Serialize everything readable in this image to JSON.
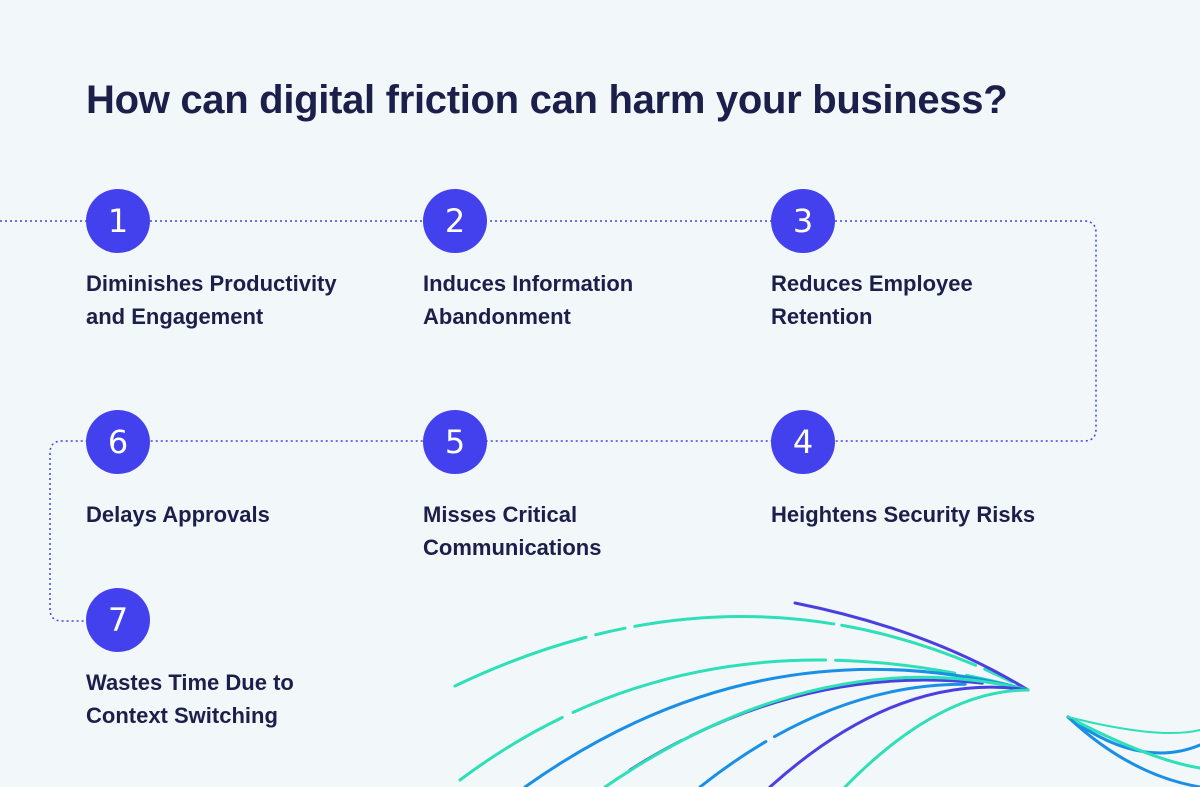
{
  "title": "How can digital friction can harm your business?",
  "colors": {
    "background": "#f2f7f9",
    "circle": "#4341ee",
    "text": "#1d1f4b",
    "connector": "#4341ee",
    "swoosh_teal": "#2ee0b8",
    "swoosh_blue": "#1a8fe8",
    "swoosh_indigo": "#4a3fe0"
  },
  "steps": [
    {
      "number": "1",
      "label_line1": "Diminishes Productivity",
      "label_line2": "and Engagement"
    },
    {
      "number": "2",
      "label_line1": "Induces Information",
      "label_line2": "Abandonment"
    },
    {
      "number": "3",
      "label_line1": "Reduces Employee",
      "label_line2": "Retention"
    },
    {
      "number": "4",
      "label_line1": "Heightens Security Risks",
      "label_line2": ""
    },
    {
      "number": "5",
      "label_line1": "Misses Critical",
      "label_line2": "Communications"
    },
    {
      "number": "6",
      "label_line1": "Delays Approvals",
      "label_line2": ""
    },
    {
      "number": "7",
      "label_line1": "Wastes Time Due to",
      "label_line2": "Context Switching"
    }
  ]
}
